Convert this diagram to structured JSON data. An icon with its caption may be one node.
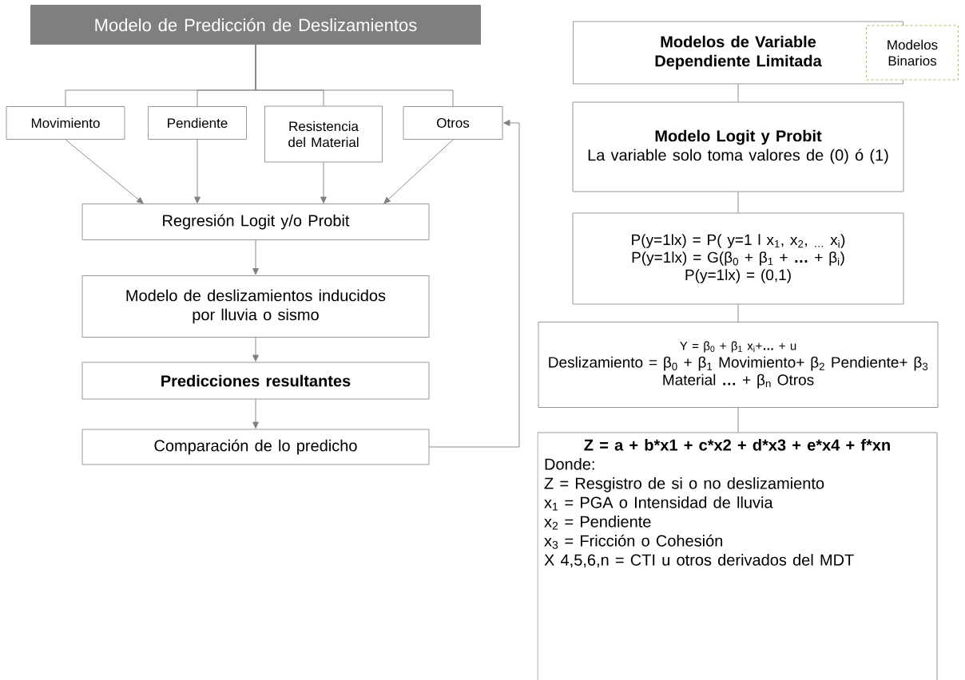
{
  "diagram": {
    "nodes": [
      {
        "text": [
          "Modelo de Predicción de Deslizamientos"
        ]
      },
      {
        "text": [
          "Movimiento"
        ]
      },
      {
        "text": [
          "Pendiente"
        ]
      },
      {
        "text": [
          "Resistencia del Material"
        ]
      },
      {
        "text": [
          "Otros"
        ]
      },
      {
        "text": [
          "Regresión Logit y/o Probit"
        ]
      },
      {
        "text": [
          "Modelo de deslizamientos inducidos por lluvia o sismo"
        ]
      },
      {
        "text": [
          "Predicciones resultantes"
        ]
      },
      {
        "text": [
          "Comparación de lo predicho"
        ]
      },
      {
        "text": [
          "Modelos de Variable Dependiente Limitada"
        ]
      },
      {
        "text": [
          "Modelos Binarios"
        ]
      },
      {
        "text": [
          "Modelo Logit y Probit",
          "La variable solo toma valores de (0) ó (1)"
        ]
      },
      {
        "text": [
          "P(y=1lx) = P( y=1 l x$_{1}$, x$_{2}$, $_{…}$ x$_{i}$)",
          "P(y=1lx) = G(β$_{0}$ + β$_{1}$ + **…** + β$_{i}$)",
          "P(y=1lx) = (0,1)"
        ]
      },
      {
        "text": [
          "Y = β$_{0}$ + β$_{1}$ x$_{i}$+**…** + u",
          "Deslizamiento = β$_{0}$ + β$_{1}$ Movimiento+ β$_{2}$ Pendiente+ β$_{3}$ Material **…** + β$_{n}$ Otros"
        ]
      },
      {
        "text": [
          "Z = a + b*x1 + c*x2 + d*x3 + e*x4 + f*xn",
          "Donde:",
          "Z = Resgistro de si o no deslizamiento",
          "x$_{1}$ = PGA o Intensidad de lluvia",
          "x$_{2}$ = Pendiente",
          "x$_{3}$ = Fricción o Cohesión",
          "X 4,5,6,n = CTI u otros derivados del MDT"
        ]
      }
    ],
    "edges": [
      {
        "from": 0,
        "to": 1,
        "arrow": "none"
      },
      {
        "from": 0,
        "to": 2,
        "arrow": "none"
      },
      {
        "from": 0,
        "to": 3,
        "arrow": "none"
      },
      {
        "from": 0,
        "to": 4,
        "arrow": "none"
      },
      {
        "from": 1,
        "to": 5,
        "arrow": "to"
      },
      {
        "from": 2,
        "to": 5,
        "arrow": "to"
      },
      {
        "from": 3,
        "to": 5,
        "arrow": "to"
      },
      {
        "from": 4,
        "to": 5,
        "arrow": "to"
      },
      {
        "from": 5,
        "to": 6,
        "arrow": "to"
      },
      {
        "from": 6,
        "to": 7,
        "arrow": "to"
      },
      {
        "from": 7,
        "to": 8,
        "arrow": "to"
      },
      {
        "from": 8,
        "to": 4,
        "arrow": "to"
      },
      {
        "from": 9,
        "to": 11,
        "arrow": "none"
      },
      {
        "from": 11,
        "to": 12,
        "arrow": "none"
      },
      {
        "from": 12,
        "to": 13,
        "arrow": "none"
      },
      {
        "from": 13,
        "to": 14,
        "arrow": "none"
      }
    ]
  }
}
